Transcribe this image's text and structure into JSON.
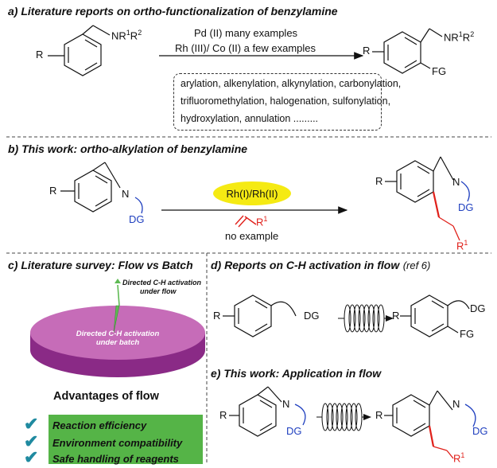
{
  "sections": {
    "a_title": "a) Literature reports on ortho-functionalization of benzylamine",
    "b_title": "b) This work: ortho-alkylation of benzylamine",
    "c_title": "c) Literature survey: Flow vs Batch",
    "d_title": "d) Reports on C-H activation in flow",
    "d_ref": "(ref 6)",
    "e_title": "e) This work: Application in flow"
  },
  "labels": {
    "R": "R",
    "NR": "NR",
    "sup1": "1",
    "R2": "R",
    "sup2": "2",
    "N": "N",
    "DG": "DG",
    "FG": "FG",
    "R1": "R",
    "R1sup": "1"
  },
  "section_a": {
    "cond_line1": "Pd (II)   many examples",
    "cond_line2": "Rh (III)/ Co (II)  a few examples",
    "box_lines": [
      "arylation, alkenylation, alkynylation, carbonylation,",
      "trifluoromethylation, halogenation, sulfonylation,",
      "hydroxylation, annulation ........."
    ]
  },
  "section_b": {
    "catalyst": "Rh(I)/Rh(II)",
    "no_example": "no example"
  },
  "section_c": {
    "flow_label_line1": "Directed C-H activation",
    "flow_label_line2": "under flow",
    "batch_label_line1": "Directed C-H activation",
    "batch_label_line2": "under batch",
    "advantages_title": "Advantages of flow",
    "advantages": [
      "Reaction efficiency",
      "Environment compatibility",
      "Safe handling of reagents"
    ]
  },
  "colors": {
    "blue": "#1f3fbf",
    "red": "#e0201a",
    "pie_top": "#c66cb8",
    "pie_side": "#8a2a86",
    "flow_slice": "#5fba54",
    "catalyst_bg": "#f5ea13",
    "advantages_bg": "#55b447",
    "check": "#1f8aa0"
  },
  "icons": {
    "check": "✔"
  }
}
